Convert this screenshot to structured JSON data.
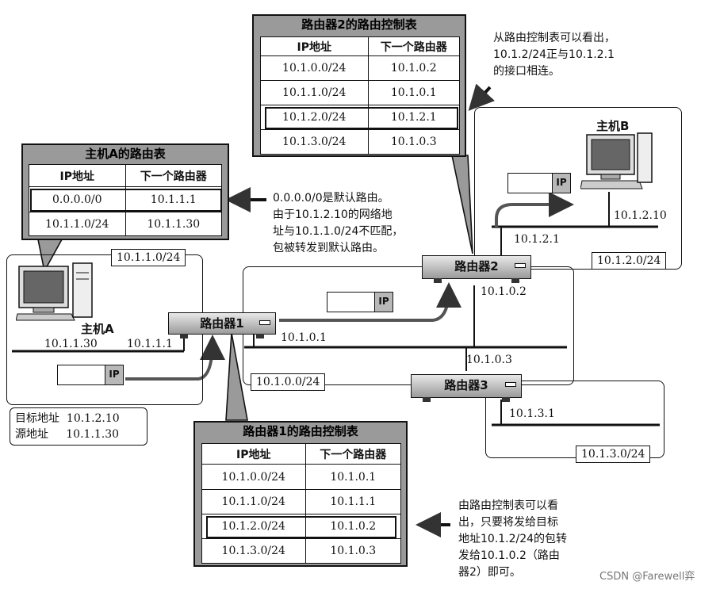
{
  "hostA_table": {
    "title": "主机A的路由表",
    "headers": [
      "IP地址",
      "下一个路由器"
    ],
    "rows": [
      [
        "0.0.0.0/0",
        "10.1.1.1"
      ],
      [
        "10.1.1.0/24",
        "10.1.1.30"
      ]
    ]
  },
  "router1_table": {
    "title": "路由器1的路由控制表",
    "headers": [
      "IP地址",
      "下一个路由器"
    ],
    "rows": [
      [
        "10.1.0.0/24",
        "10.1.0.1"
      ],
      [
        "10.1.1.0/24",
        "10.1.1.1"
      ],
      [
        "10.1.2.0/24",
        "10.1.0.2"
      ],
      [
        "10.1.3.0/24",
        "10.1.0.3"
      ]
    ]
  },
  "router2_table": {
    "title": "路由器2的路由控制表",
    "headers": [
      "IP地址",
      "下一个路由器"
    ],
    "rows": [
      [
        "10.1.0.0/24",
        "10.1.0.2"
      ],
      [
        "10.1.1.0/24",
        "10.1.0.1"
      ],
      [
        "10.1.2.0/24",
        "10.1.2.1"
      ],
      [
        "10.1.3.0/24",
        "10.1.0.3"
      ]
    ]
  },
  "notes": {
    "router2_note": [
      "从路由控制表可以看出，",
      "10.1.2/24正与10.1.2.1",
      "的接口相连。"
    ],
    "default_note": [
      "0.0.0.0/0是默认路由。",
      "由于10.1.2.10的网络地",
      "址与10.1.1.0/24不匹配，",
      "包被转发到默认路由。"
    ],
    "router1_note": [
      "由路由控制表可以看",
      "出，只要将发给目标",
      "地址10.1.2/24的包转",
      "发给10.1.0.2（路由",
      "器2）即可。"
    ]
  },
  "routers": {
    "r1": "路由器1",
    "r2": "路由器2",
    "r3": "路由器3"
  },
  "hosts": {
    "a": "主机A",
    "b": "主机B"
  },
  "networks": {
    "n1": "10.1.1.0/24",
    "n0": "10.1.0.0/24",
    "n2": "10.1.2.0/24",
    "n3": "10.1.3.0/24"
  },
  "addresses": {
    "hostA": "10.1.1.30",
    "r1_lan": "10.1.1.1",
    "r1_core": "10.1.0.1",
    "r2_core": "10.1.0.2",
    "r2_lan": "10.1.2.1",
    "r3_core": "10.1.0.3",
    "r3_lan": "10.1.3.1",
    "hostB": "10.1.2.10"
  },
  "packet": {
    "ip_tag": "IP",
    "dst_label": "目标地址",
    "dst": "10.1.2.10",
    "src_label": "源地址",
    "src": "10.1.1.30"
  },
  "watermark": "CSDN @Farewell弈"
}
